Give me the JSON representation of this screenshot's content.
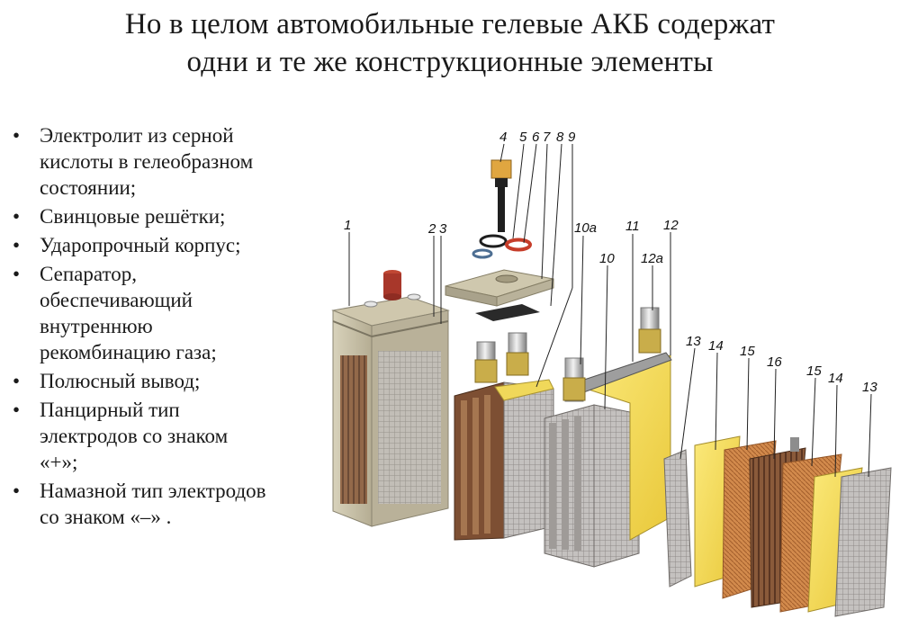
{
  "title": {
    "line1": "Но в целом автомобильные гелевые АКБ содержат",
    "line2": "одни и те же конструкционные элементы"
  },
  "bullets": [
    "Электролит из серной кислоты в гелеобразном состоянии;",
    "Свинцовые решётки;",
    "Ударопрочный корпус;",
    "Сепаратор, обеспечивающий внутреннюю рекомбинацию газа;",
    "Полюсный вывод;",
    "Панцирный тип электродов со знаком «+»;",
    "Намазной тип электродов со знаком «–» ."
  ],
  "bullet_lines": [
    [
      "Электролит из серной",
      "кислоты в гелеобразном",
      "состоянии;"
    ],
    [
      "Свинцовые решётки;"
    ],
    [
      "Ударопрочный корпус;"
    ],
    [
      "Сепаратор,",
      "обеспечивающий",
      "внутреннюю",
      "рекомбинацию газа;"
    ],
    [
      "Полюсный вывод;"
    ],
    [
      "Панцирный тип",
      "электродов со знаком",
      "«+»;"
    ],
    [
      "Намазной тип электродов",
      "со знаком «–» ."
    ]
  ],
  "bullet_symbol": "•",
  "diagram_labels": {
    "l1": "1",
    "l2": "2",
    "l3": "3",
    "l4": "4",
    "l5": "5",
    "l6": "6",
    "l7": "7",
    "l8": "8",
    "l9": "9",
    "l10a": "10a",
    "l10": "10",
    "l11": "11",
    "l12": "12",
    "l12a": "12a",
    "l13a": "13",
    "l14a": "14",
    "l15a": "15",
    "l16": "16",
    "l15b": "15",
    "l14b": "14",
    "l13b": "13"
  },
  "colors": {
    "casing": "#c9c2a8",
    "lead_grid": "#b9b6b4",
    "yellow_plate": "#f3df5c",
    "orange_separator": "#d9894a",
    "brown_plate": "#7a4e34",
    "terminal_red": "#c0392b"
  }
}
